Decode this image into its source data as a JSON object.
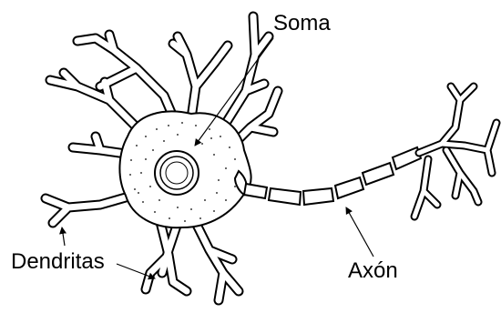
{
  "diagram": {
    "labels": {
      "soma": "Soma",
      "dendrites": "Dendritas",
      "axon": "Axón"
    },
    "colors": {
      "ink": "#000000",
      "cell_fill": "#ffffff"
    }
  }
}
